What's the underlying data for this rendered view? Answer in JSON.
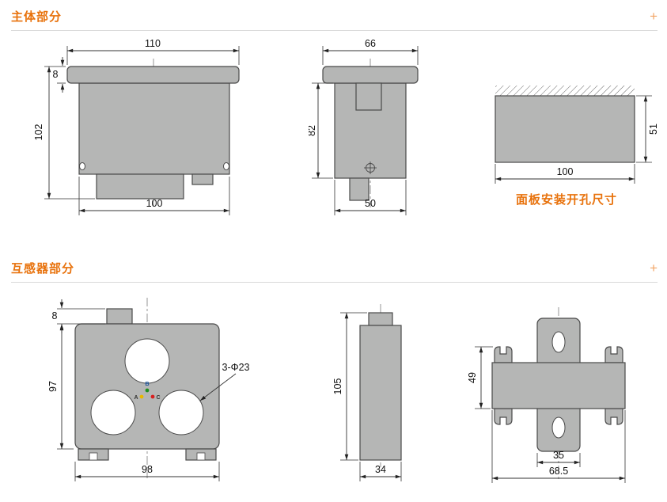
{
  "colors": {
    "accent_orange": "#e8720c",
    "shape_fill": "#b5b6b5",
    "shape_stroke": "#4a4a4a",
    "phase_a_color": "#e8b800",
    "phase_b_color": "#1f8f1f",
    "phase_c_color": "#d82020"
  },
  "headers": {
    "main": {
      "title": "主体部分",
      "plus": "+"
    },
    "ct": {
      "title": "互感器部分",
      "plus": "+"
    }
  },
  "main_front": {
    "width_top": "110",
    "flange_h": "8",
    "height": "102",
    "width_bottom": "100"
  },
  "main_side": {
    "width_top": "66",
    "height": "82",
    "width_bottom": "50"
  },
  "cutout": {
    "width": "100",
    "height": "51",
    "caption": "面板安装开孔尺寸"
  },
  "ct_front": {
    "tab_h": "8",
    "height": "97",
    "width": "98",
    "holes": "3-Φ23",
    "phase_a": "A",
    "phase_b": "B",
    "phase_c": "C"
  },
  "ct_side": {
    "height": "105",
    "width": "34"
  },
  "ct_mount": {
    "bar_h": "49",
    "rail_w": "35",
    "total_w": "68.5"
  }
}
